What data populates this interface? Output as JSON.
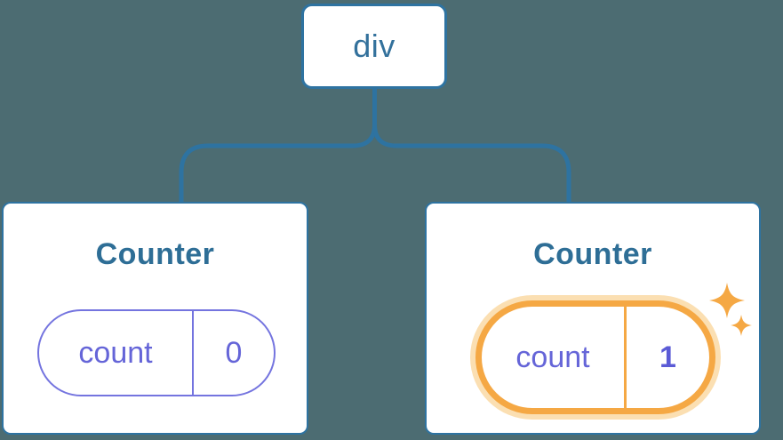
{
  "diagram": {
    "root": {
      "label": "div"
    },
    "children": [
      {
        "title": "Counter",
        "state": {
          "name": "count",
          "value": "0"
        },
        "highlighted": false
      },
      {
        "title": "Counter",
        "state": {
          "name": "count",
          "value": "1"
        },
        "highlighted": true
      }
    ]
  },
  "icons": {
    "sparkle_large": "four-pointed-star",
    "sparkle_small": "four-pointed-star"
  },
  "colors": {
    "background": "#4C6C72",
    "connector_blue": "#2E73A1",
    "node_label_blue": "#33719C",
    "title_blue": "#2E6E96",
    "card_background": "#FFFFFF",
    "state_purple_text": "#6565D8",
    "state_purple_border": "#7474DF",
    "highlight_orange": "#F5A844",
    "highlight_halo": "#FBDFB2"
  }
}
